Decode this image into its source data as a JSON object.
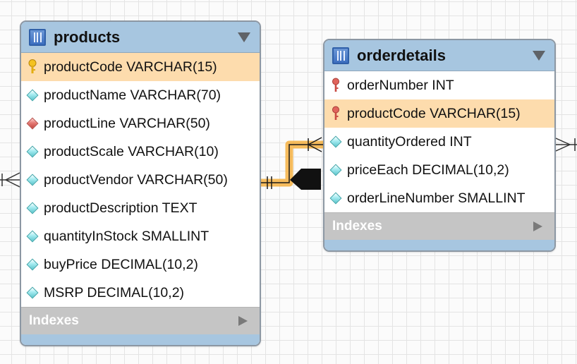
{
  "tables": {
    "products": {
      "name": "products",
      "columns": [
        {
          "text": "productCode VARCHAR(15)",
          "key": "primary"
        },
        {
          "text": "productName VARCHAR(70)",
          "key": "none"
        },
        {
          "text": "productLine VARCHAR(50)",
          "key": "foreign"
        },
        {
          "text": "productScale VARCHAR(10)",
          "key": "none"
        },
        {
          "text": "productVendor VARCHAR(50)",
          "key": "none"
        },
        {
          "text": "productDescription TEXT",
          "key": "none"
        },
        {
          "text": "quantityInStock SMALLINT",
          "key": "none"
        },
        {
          "text": "buyPrice DECIMAL(10,2)",
          "key": "none"
        },
        {
          "text": "MSRP DECIMAL(10,2)",
          "key": "none"
        }
      ],
      "indexes_label": "Indexes"
    },
    "orderdetails": {
      "name": "orderdetails",
      "columns": [
        {
          "text": "orderNumber INT",
          "key": "primary-foreign"
        },
        {
          "text": "productCode VARCHAR(15)",
          "key": "primary-foreign"
        },
        {
          "text": "quantityOrdered INT",
          "key": "none"
        },
        {
          "text": "priceEach DECIMAL(10,2)",
          "key": "none"
        },
        {
          "text": "orderLineNumber SMALLINT",
          "key": "none"
        }
      ],
      "indexes_label": "Indexes"
    }
  },
  "highlighted": {
    "products": "productCode",
    "orderdetails": "productCode"
  },
  "colors": {
    "header": "#a7c6e0",
    "highlight_row": "#fddcad",
    "relationship_glow": "#f5b041",
    "grid_line": "#e4e4e4",
    "indexes_bar": "#c5c5c5"
  },
  "icons": {
    "table": "table-grid-icon",
    "primary_key": "key-icon",
    "column": "diamond-icon",
    "foreign_key": "red-diamond-icon",
    "collapse": "triangle-down-icon",
    "expand": "triangle-right-icon"
  }
}
